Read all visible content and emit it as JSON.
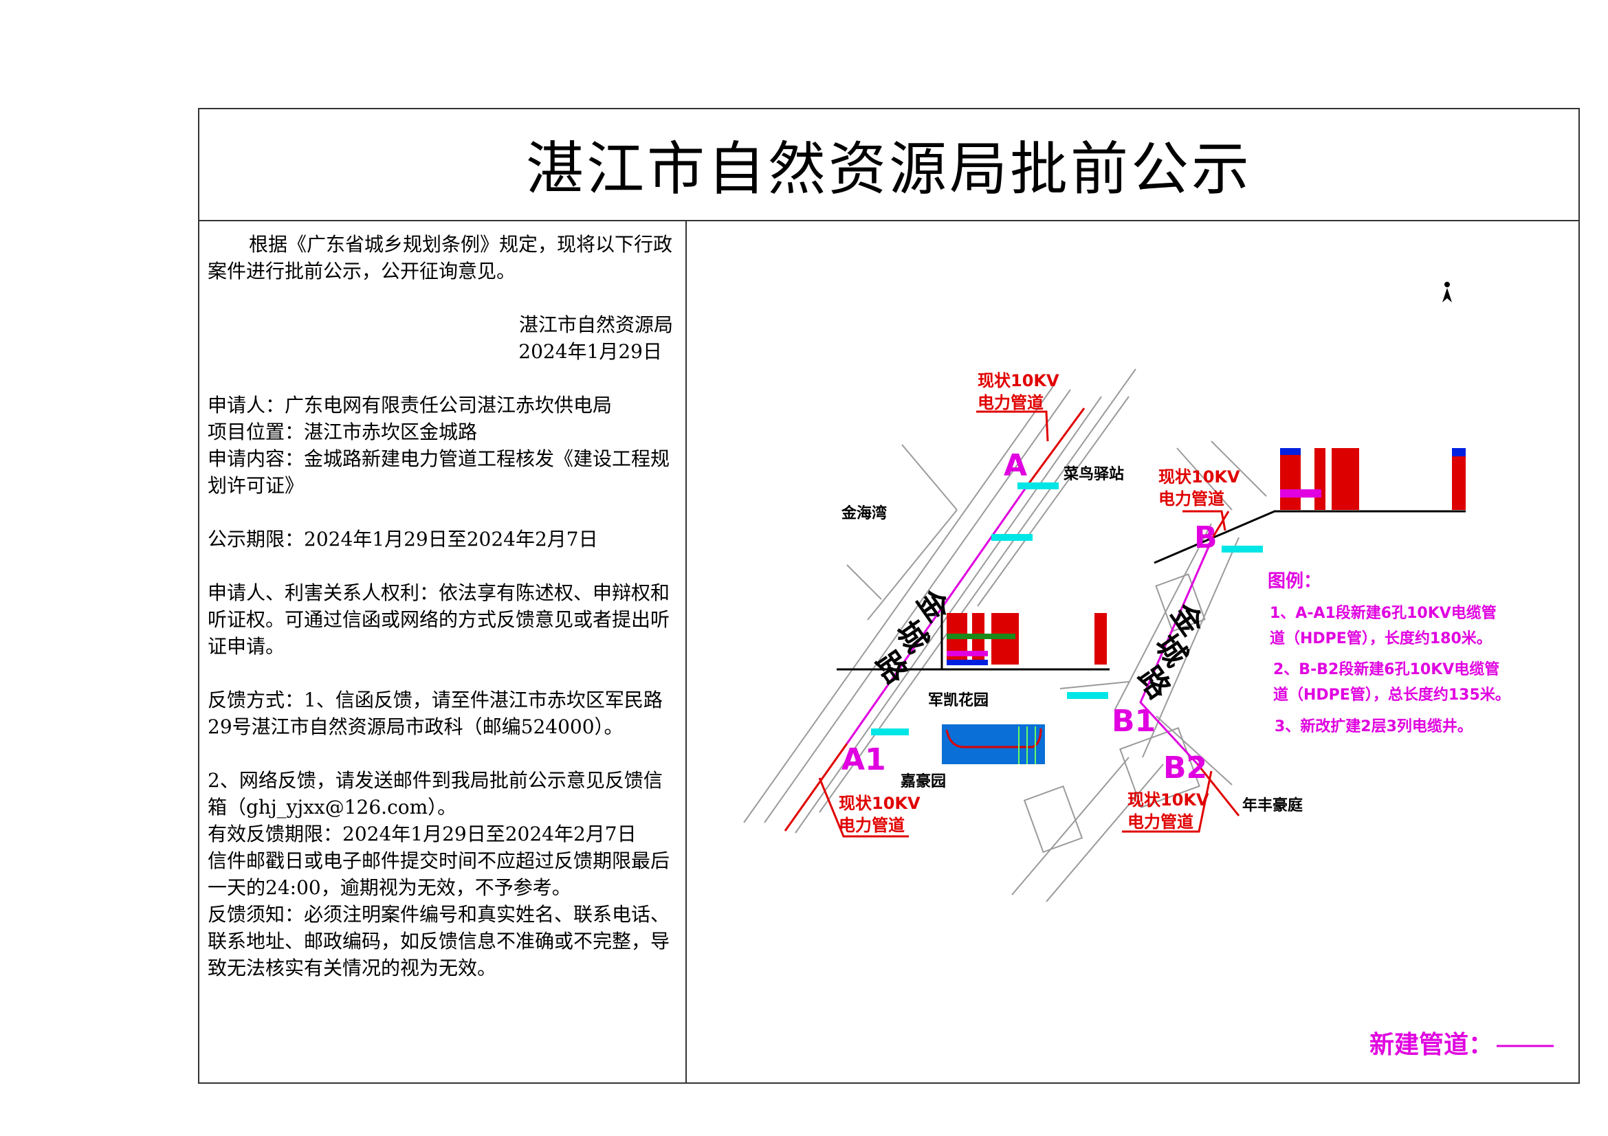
{
  "title": "湛江市自然资源局批前公示",
  "notice": {
    "intro": "根据《广东省城乡规划条例》规定，现将以下行政案件进行批前公示，公开征询意见。",
    "issuer": "湛江市自然资源局",
    "issue_date": "2024年1月29日",
    "applicant": "申请人：广东电网有限责任公司湛江赤坎供电局",
    "location": "项目位置：湛江市赤坎区金城路",
    "content": "申请内容：金城路新建电力管道工程核发《建设工程规划许可证》",
    "period": "公示期限：2024年1月29日至2024年2月7日",
    "rights": "申请人、利害关系人权利：依法享有陈述权、申辩权和听证权。可通过信函或网络的方式反馈意见或者提出听证申请。",
    "feedback_mail": "反馈方式：1、信函反馈，请至件湛江市赤坎区军民路29号湛江市自然资源局市政科（邮编524000）。",
    "feedback_net": "2、网络反馈，请发送邮件到我局批前公示意见反馈信箱（ghj_yjxx@126.com）。",
    "valid_period": "有效反馈期限：2024年1月29日至2024年2月7日",
    "deadline": "信件邮戳日或电子邮件提交时间不应超过反馈期限最后一天的24:00，逾期视为无效，不予参考。",
    "requirements": "反馈须知：必须注明案件编号和真实姓名、联系电话、联系地址、邮政编码，如反馈信息不准确或不完整，导致无法核实有关情况的视为无效。"
  },
  "map": {
    "existing_pipe_line1": "现状10KV",
    "existing_pipe_line2": "电力管道",
    "points": {
      "a": "A",
      "a1": "A1",
      "b": "B",
      "b1": "B1",
      "b2": "B2"
    },
    "places": {
      "cainiao": "菜鸟驿站",
      "jinhaiwan": "金海湾",
      "junkai": "军凯花园",
      "jiahao": "嘉豪园",
      "nianfeng": "年丰豪庭"
    },
    "road_chars": [
      "金",
      "城",
      "路"
    ],
    "legend": {
      "title": "图例：",
      "items": [
        "1、A-A1段新建6孔10KV电缆管",
        "道（HDPE管），长度约180米。",
        "2、B-B2段新建6孔10KV电缆管",
        "道（HDPE管），总长度约135米。",
        "3、新改扩建2层3列电缆井。"
      ]
    },
    "new_pipe_label": "新建管道：",
    "colors": {
      "new_pipe": "#e000e0",
      "existing_pipe": "#e00000",
      "roads": "#9a9a9a",
      "marker": "#00e5e5",
      "well": "#0a6fd6"
    }
  }
}
